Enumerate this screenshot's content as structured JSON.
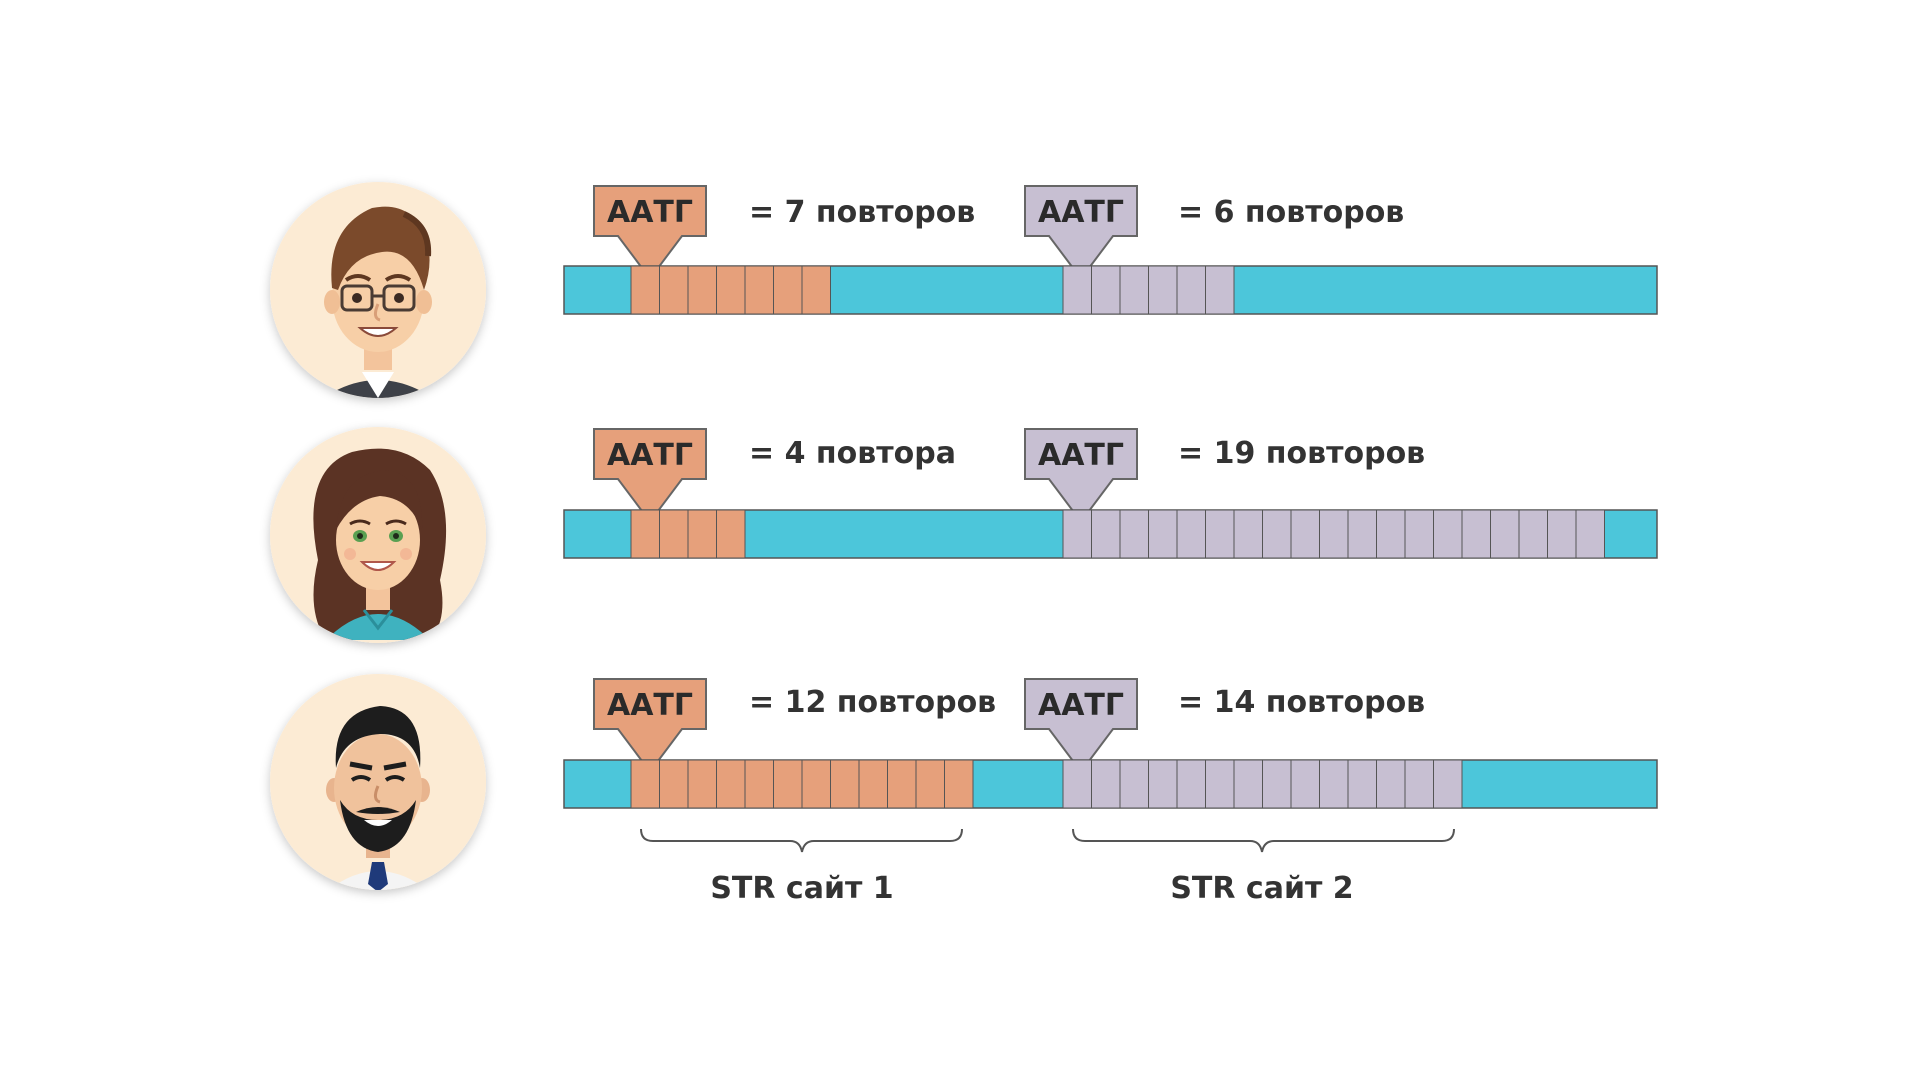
{
  "colors": {
    "strand": "#4cc6da",
    "site1_repeat": "#e6a07b",
    "site2_repeat": "#c7bfd2",
    "outline": "#555555",
    "avatar_bg": "#fcebd4"
  },
  "people": [
    {
      "avatar": "man-with-glasses-avatar",
      "site1": {
        "motif": "ААТГ",
        "repeats": 7,
        "count_text": "= 7 повторов"
      },
      "site2": {
        "motif": "ААТГ",
        "repeats": 6,
        "count_text": "= 6 повторов"
      }
    },
    {
      "avatar": "woman-long-hair-avatar",
      "site1": {
        "motif": "ААТГ",
        "repeats": 4,
        "count_text": "= 4 повтора"
      },
      "site2": {
        "motif": "ААТГ",
        "repeats": 19,
        "count_text": "= 19 повторов"
      }
    },
    {
      "avatar": "bearded-man-avatar",
      "site1": {
        "motif": "ААТГ",
        "repeats": 12,
        "count_text": "= 12 повторов"
      },
      "site2": {
        "motif": "ААТГ",
        "repeats": 14,
        "count_text": "= 14 повторов"
      }
    }
  ],
  "site_labels": {
    "site1": "STR сайт 1",
    "site2": "STR сайт 2"
  }
}
